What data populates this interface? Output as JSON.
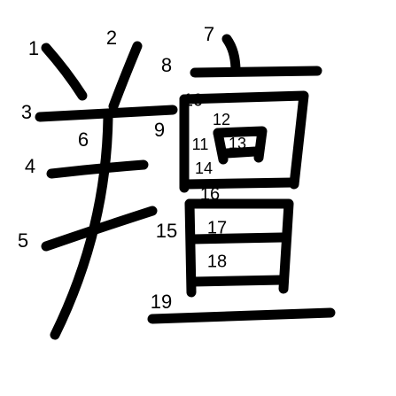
{
  "diagram": {
    "type": "kanji-stroke-order",
    "stroke_color": "#000000",
    "background_color": "#ffffff",
    "stroke_numbers": [
      "1",
      "2",
      "3",
      "4",
      "5",
      "6",
      "7",
      "8",
      "9",
      "10",
      "11",
      "12",
      "13",
      "14",
      "15",
      "16",
      "17",
      "18",
      "19"
    ]
  }
}
